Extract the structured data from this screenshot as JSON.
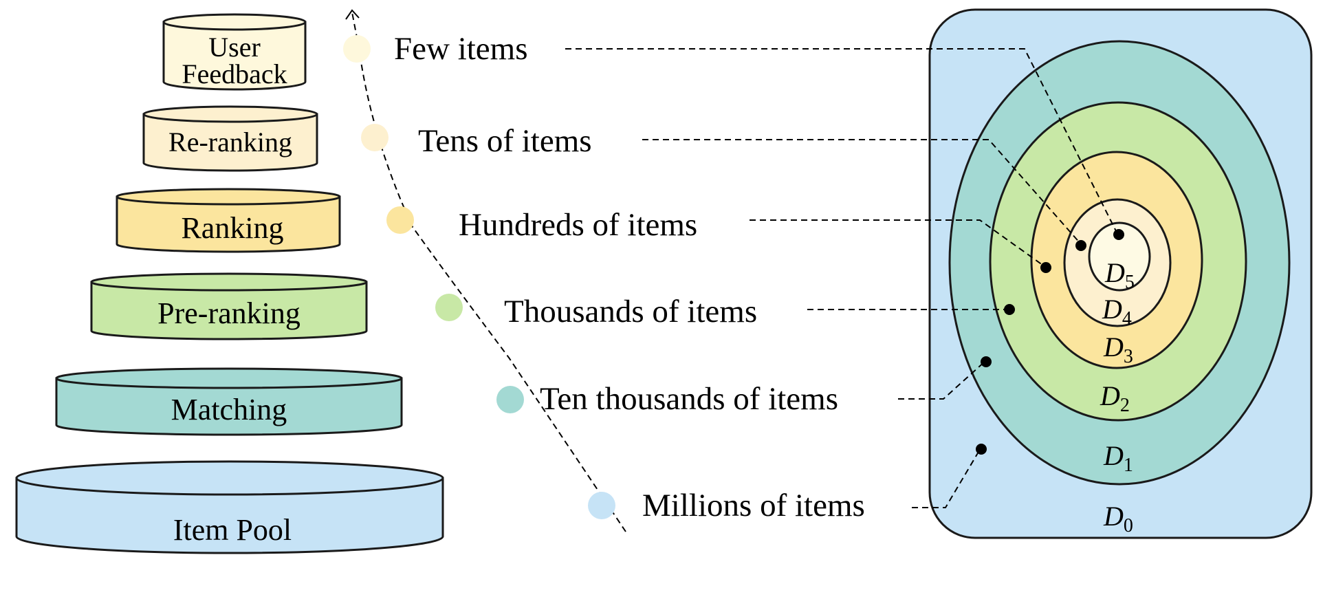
{
  "colors": {
    "pool": "#c6e3f6",
    "matching": "#a3d9d3",
    "pre_ranking": "#c8e8a6",
    "ranking": "#fbe59e",
    "re_ranking": "#fdf0cf",
    "feedback": "#fef8dc"
  },
  "stages": [
    {
      "id": "user-feedback",
      "line1": "User",
      "line2": "Feedback"
    },
    {
      "id": "re-ranking",
      "label": "Re-ranking"
    },
    {
      "id": "ranking",
      "label": "Ranking"
    },
    {
      "id": "pre-ranking",
      "label": "Pre-ranking"
    },
    {
      "id": "matching",
      "label": "Matching"
    },
    {
      "id": "item-pool",
      "label": "Item Pool"
    }
  ],
  "levels": [
    "Few items",
    "Tens of items",
    "Hundreds of items",
    "Thousands of items",
    "Ten thousands of items",
    "Millions of items"
  ],
  "sets": [
    {
      "symbol": "D",
      "index": "5"
    },
    {
      "symbol": "D",
      "index": "4"
    },
    {
      "symbol": "D",
      "index": "3"
    },
    {
      "symbol": "D",
      "index": "2"
    },
    {
      "symbol": "D",
      "index": "1"
    },
    {
      "symbol": "D",
      "index": "0"
    }
  ]
}
